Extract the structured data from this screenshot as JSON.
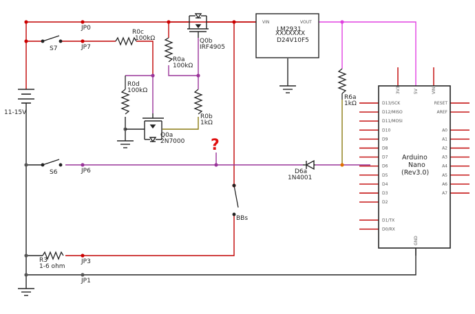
{
  "colors": {
    "wire_red": "#c00000",
    "wire_purple": "#993399",
    "wire_black": "#222222",
    "wire_pink": "#e040e0",
    "wire_olive": "#8a7a10",
    "pin_green": "#22aa22",
    "node_red": "#cc0000",
    "node_orange": "#e07000",
    "qmark_red": "#e01010"
  },
  "labels": {
    "jp0": "JP0",
    "jp7": "JP7",
    "jp6": "JP6",
    "jp3": "JP3",
    "jp1": "JP1",
    "s7": "S7",
    "s6": "S6",
    "bbs": "BBs",
    "supply": "11-15V",
    "r0c_name": "R0c",
    "r0c_val": "100kΩ",
    "r0a_name": "R0a",
    "r0a_val": "100kΩ",
    "r0d_name": "R0d",
    "r0d_val": "100kΩ",
    "r0b_name": "R0b",
    "r0b_val": "1kΩ",
    "q0b_name": "Q0b",
    "q0b_part": "IRF4905",
    "q0a_name": "Q0a",
    "q0a_part": "2N7000",
    "reg_line1": "LM2931",
    "reg_line2": "XXXXXXX",
    "reg_line3": "D24V10F5",
    "reg_vin": "VIN",
    "reg_vout": "VOUT",
    "r6a_name": "R6a",
    "r6a_val": "1kΩ",
    "d6a_name": "D6a",
    "d6a_part": "1N4001",
    "r3_name": "R3",
    "r3_val": "1-6 ohm",
    "qmark": "?",
    "arduino_name": "Arduino",
    "arduino_model": "Nano",
    "arduino_rev": "(Rev3.0)"
  },
  "arduino": {
    "top_pins": [
      "3V3",
      "5V",
      "VIN"
    ],
    "bottom_pin": "GND",
    "left_pins": [
      "D13/SCK",
      "D12/MISO",
      "D11/MOSI",
      "D10",
      "D9",
      "D8",
      "D7",
      "D6",
      "D5",
      "D4",
      "D3",
      "D2",
      "",
      "D1/TX",
      "D0/RX"
    ],
    "right_pins": [
      "RESET",
      "AREF",
      "",
      "A0",
      "A1",
      "A2",
      "A3",
      "A4",
      "A5",
      "A6",
      "A7"
    ]
  }
}
